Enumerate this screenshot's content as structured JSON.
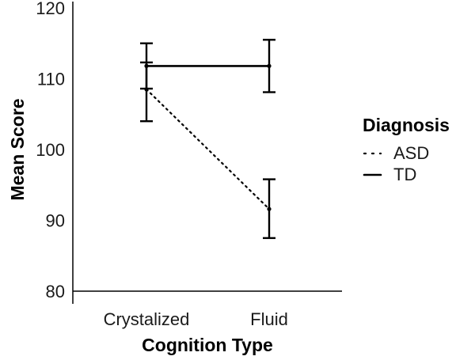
{
  "chart_data": {
    "type": "line",
    "xlabel": "Cognition Type",
    "ylabel": "Mean Score",
    "categories": [
      "Crystalized",
      "Fluid"
    ],
    "ylim": [
      80,
      120
    ],
    "yticks": [
      80,
      90,
      100,
      110,
      120
    ],
    "grid": false,
    "legend": {
      "title": "Diagnosis",
      "placement": "right",
      "entries": [
        "ASD",
        "TD"
      ]
    },
    "series": [
      {
        "name": "ASD",
        "line_style": "dotted",
        "values": [
          108.5,
          91.6
        ],
        "error_low": [
          104.0,
          87.5
        ],
        "error_high": [
          112.3,
          95.8
        ]
      },
      {
        "name": "TD",
        "line_style": "solid",
        "values": [
          111.8,
          111.8
        ],
        "error_low": [
          108.6,
          108.1
        ],
        "error_high": [
          115.0,
          115.5
        ]
      }
    ]
  }
}
